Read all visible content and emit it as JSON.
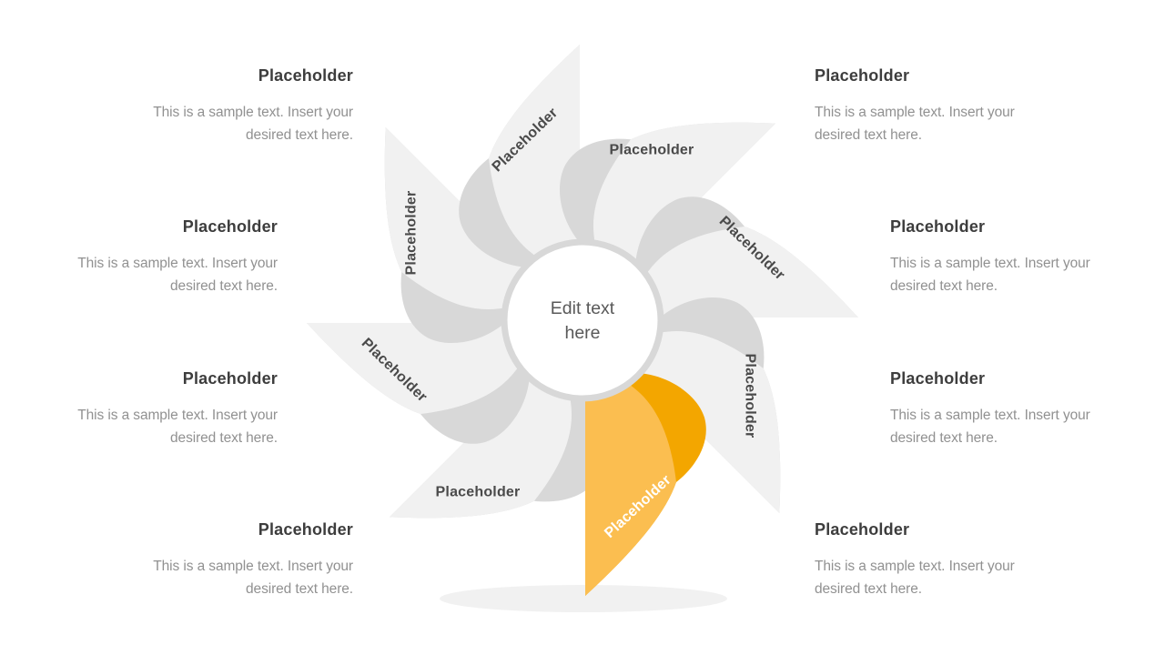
{
  "slide": {
    "center": {
      "label": "Edit text here"
    },
    "petals": [
      {
        "position": "bottom",
        "label": "Placeholder",
        "accent": "true"
      },
      {
        "position": "bottom-left",
        "label": "Placeholder",
        "accent": "false"
      },
      {
        "position": "left",
        "label": "Placeholder",
        "accent": "false"
      },
      {
        "position": "top-left",
        "label": "Placeholder",
        "accent": "false"
      },
      {
        "position": "top",
        "label": "Placeholder",
        "accent": "false"
      },
      {
        "position": "top-right",
        "label": "Placeholder",
        "accent": "false"
      },
      {
        "position": "right",
        "label": "Placeholder",
        "accent": "false"
      },
      {
        "position": "bottom-right",
        "label": "Placeholder",
        "accent": "false"
      }
    ],
    "blocks": [
      {
        "heading": "Placeholder",
        "body": "This is a sample text. Insert your desired text here."
      },
      {
        "heading": "Placeholder",
        "body": "This is a sample text. Insert your desired text here."
      },
      {
        "heading": "Placeholder",
        "body": "This is a sample text. Insert your desired text here."
      },
      {
        "heading": "Placeholder",
        "body": "This is a sample text. Insert your desired text here."
      },
      {
        "heading": "Placeholder",
        "body": "This is a sample text. Insert your desired text here."
      },
      {
        "heading": "Placeholder",
        "body": "This is a sample text. Insert your desired text here."
      },
      {
        "heading": "Placeholder",
        "body": "This is a sample text. Insert your desired text here."
      },
      {
        "heading": "Placeholder",
        "body": "This is a sample text. Insert your desired text here."
      }
    ],
    "colors": {
      "petal_light": "#f1f1f1",
      "petal_dark": "#d8d8d8",
      "accent_light": "#FBBE50",
      "accent_dark": "#F3A600",
      "ring": "#d8d8d8",
      "shadow": "#f1f1f1",
      "label_gray": "#4a4a4a",
      "label_on_accent": "#ffffff"
    }
  }
}
